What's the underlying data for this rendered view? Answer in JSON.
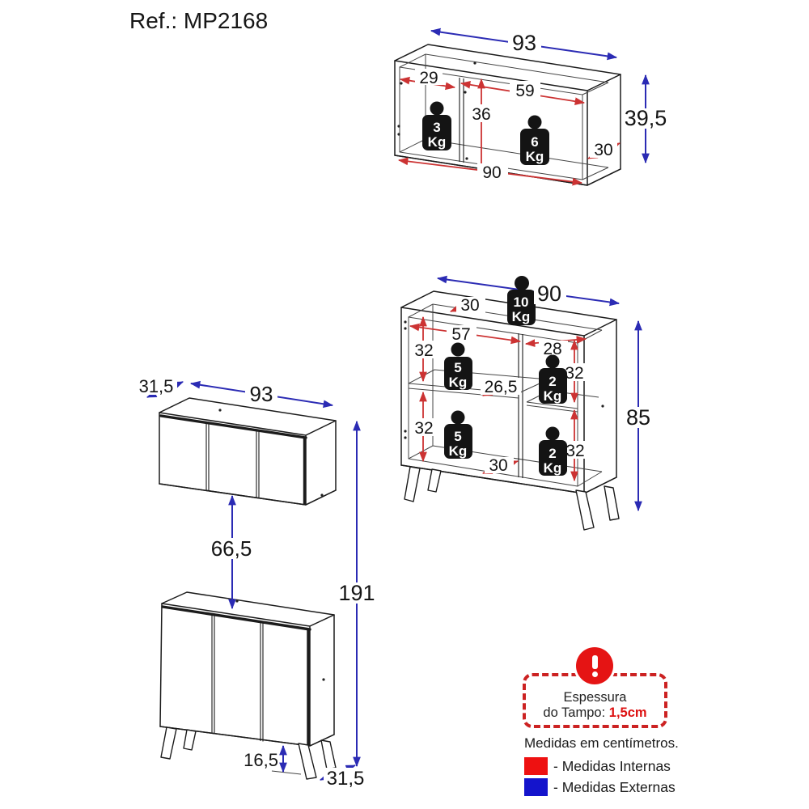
{
  "title": "Ref.: MP2168",
  "colors": {
    "internal_dim": "#cc3333",
    "external_dim": "#2b2bb4",
    "legend_red": "#ee1111",
    "legend_blue": "#1414cc",
    "warning_red": "#e51414"
  },
  "drawings": {
    "kg_unit": "Kg",
    "wall_cabinet_open": {
      "ext_width": "93",
      "ext_height": "39,5",
      "int_left_width": "29",
      "int_right_width": "59",
      "int_height": "36",
      "int_depth": "30",
      "int_width": "90",
      "weight_left": "3",
      "weight_right": "6"
    },
    "base_cabinet_open": {
      "ext_width": "90",
      "ext_height": "85",
      "top_weight": "10",
      "top_depth": "30",
      "int_left_width": "57",
      "int_right_width": "28",
      "int_left_upper_height": "32",
      "int_left_lower_height": "32",
      "int_right_upper_height": "32",
      "int_right_lower_height": "32",
      "shelf_depth": "26,5",
      "bottom_depth": "30",
      "weight_left_upper": "5",
      "weight_left_lower": "5",
      "weight_right_upper": "2",
      "weight_right_lower": "2"
    },
    "wall_cabinet_closed": {
      "ext_depth": "31,5",
      "ext_width": "93"
    },
    "base_cabinet_closed": {
      "wall_gap": "66,5",
      "total_height": "191",
      "leg_height": "16,5",
      "ext_depth": "31,5"
    }
  },
  "legend": {
    "thickness_line1": "Espessura",
    "thickness_line2": "do Tampo: ",
    "thickness_value": "1,5cm",
    "units_note": "Medidas em centímetros.",
    "internal_label": "- Medidas Internas",
    "external_label": "- Medidas Externas"
  }
}
